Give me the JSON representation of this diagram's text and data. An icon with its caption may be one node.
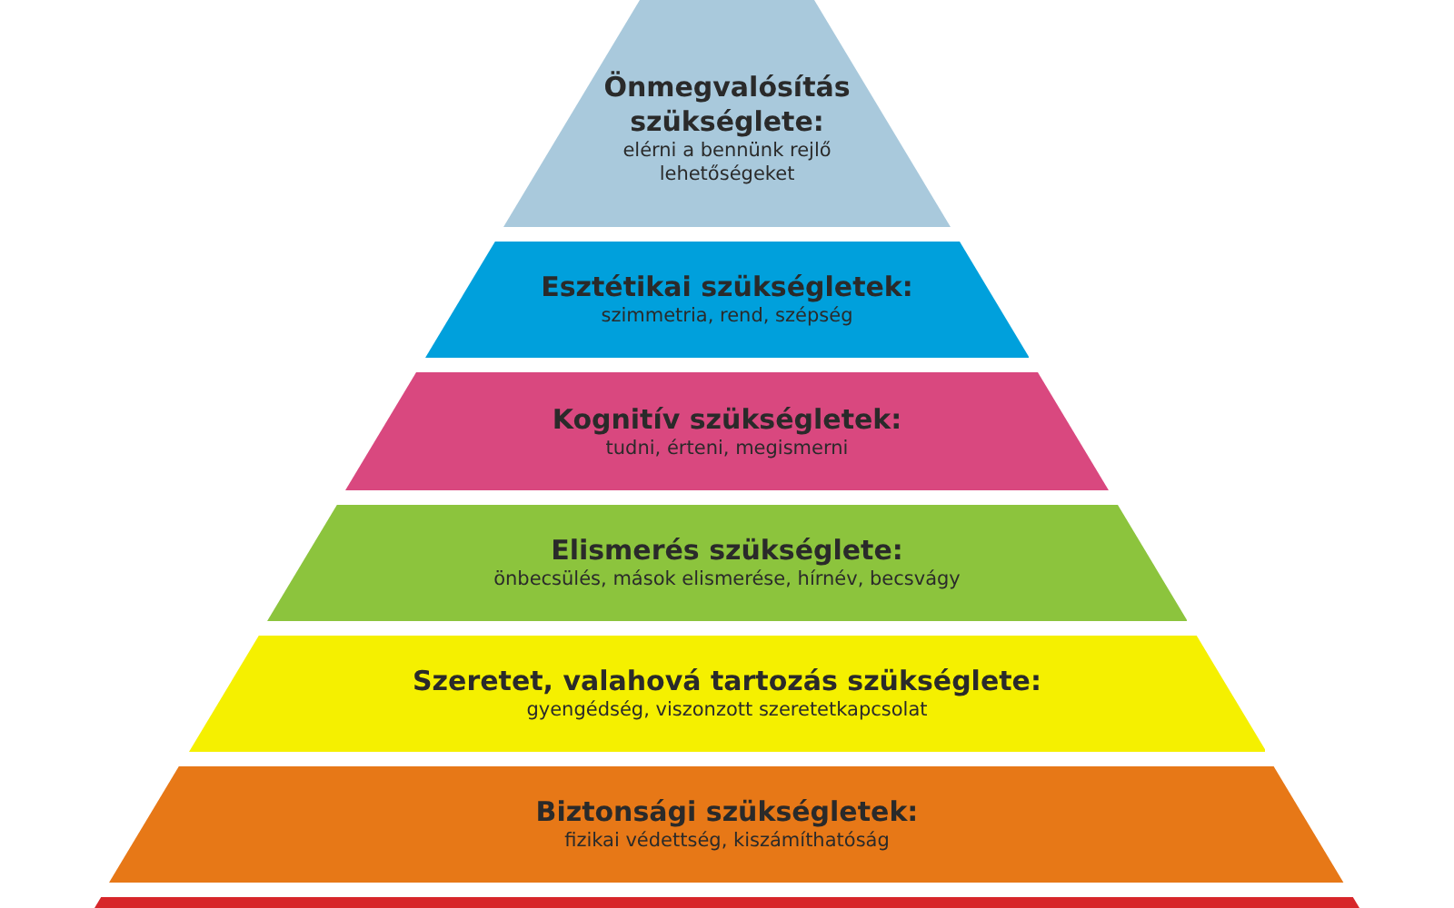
{
  "diagram": {
    "nodes": [
      {
        "text": [
          "Önmegvalósítás szükséglete:",
          "elérni a bennünk rejlő lehetőségeket"
        ]
      },
      {
        "text": [
          "Esztétikai szükségletek:",
          "szimmetria, rend, szépség"
        ]
      },
      {
        "text": [
          "Kognitív szükségletek:",
          "tudni, érteni, megismerni"
        ]
      },
      {
        "text": [
          "Elismerés szükséglete:",
          "önbecsülés, mások elismerése, hírnév, becsvágy"
        ]
      },
      {
        "text": [
          "Szeretet, valahová tartozás szükséglete:",
          "gyengédség, viszonzott szeretetkapcsolat"
        ]
      },
      {
        "text": [
          "Biztonsági szükségletek:",
          "fizikai védettség, kiszámíthatóság"
        ]
      },
      {
        "text": [],
        "shape": "bar"
      }
    ]
  }
}
